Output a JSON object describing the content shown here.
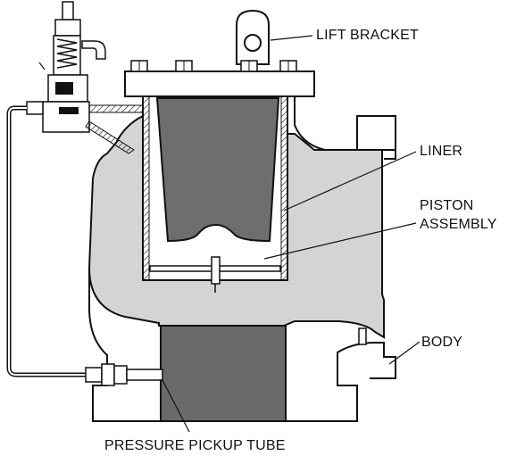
{
  "labels": {
    "lift_bracket": "LIFT BRACKET",
    "liner": "LINER",
    "piston_line1": "PISTON",
    "piston_line2": "ASSEMBLY",
    "body": "BODY",
    "pressure_pickup_tube": "PRESSURE PICKUP TUBE"
  },
  "colors": {
    "outline": "#111111",
    "body_fill": "#d4d4d4",
    "piston_fill": "#6e6e6e",
    "tube_fill": "#6a6a6a",
    "metal_fill": "#ffffff"
  }
}
